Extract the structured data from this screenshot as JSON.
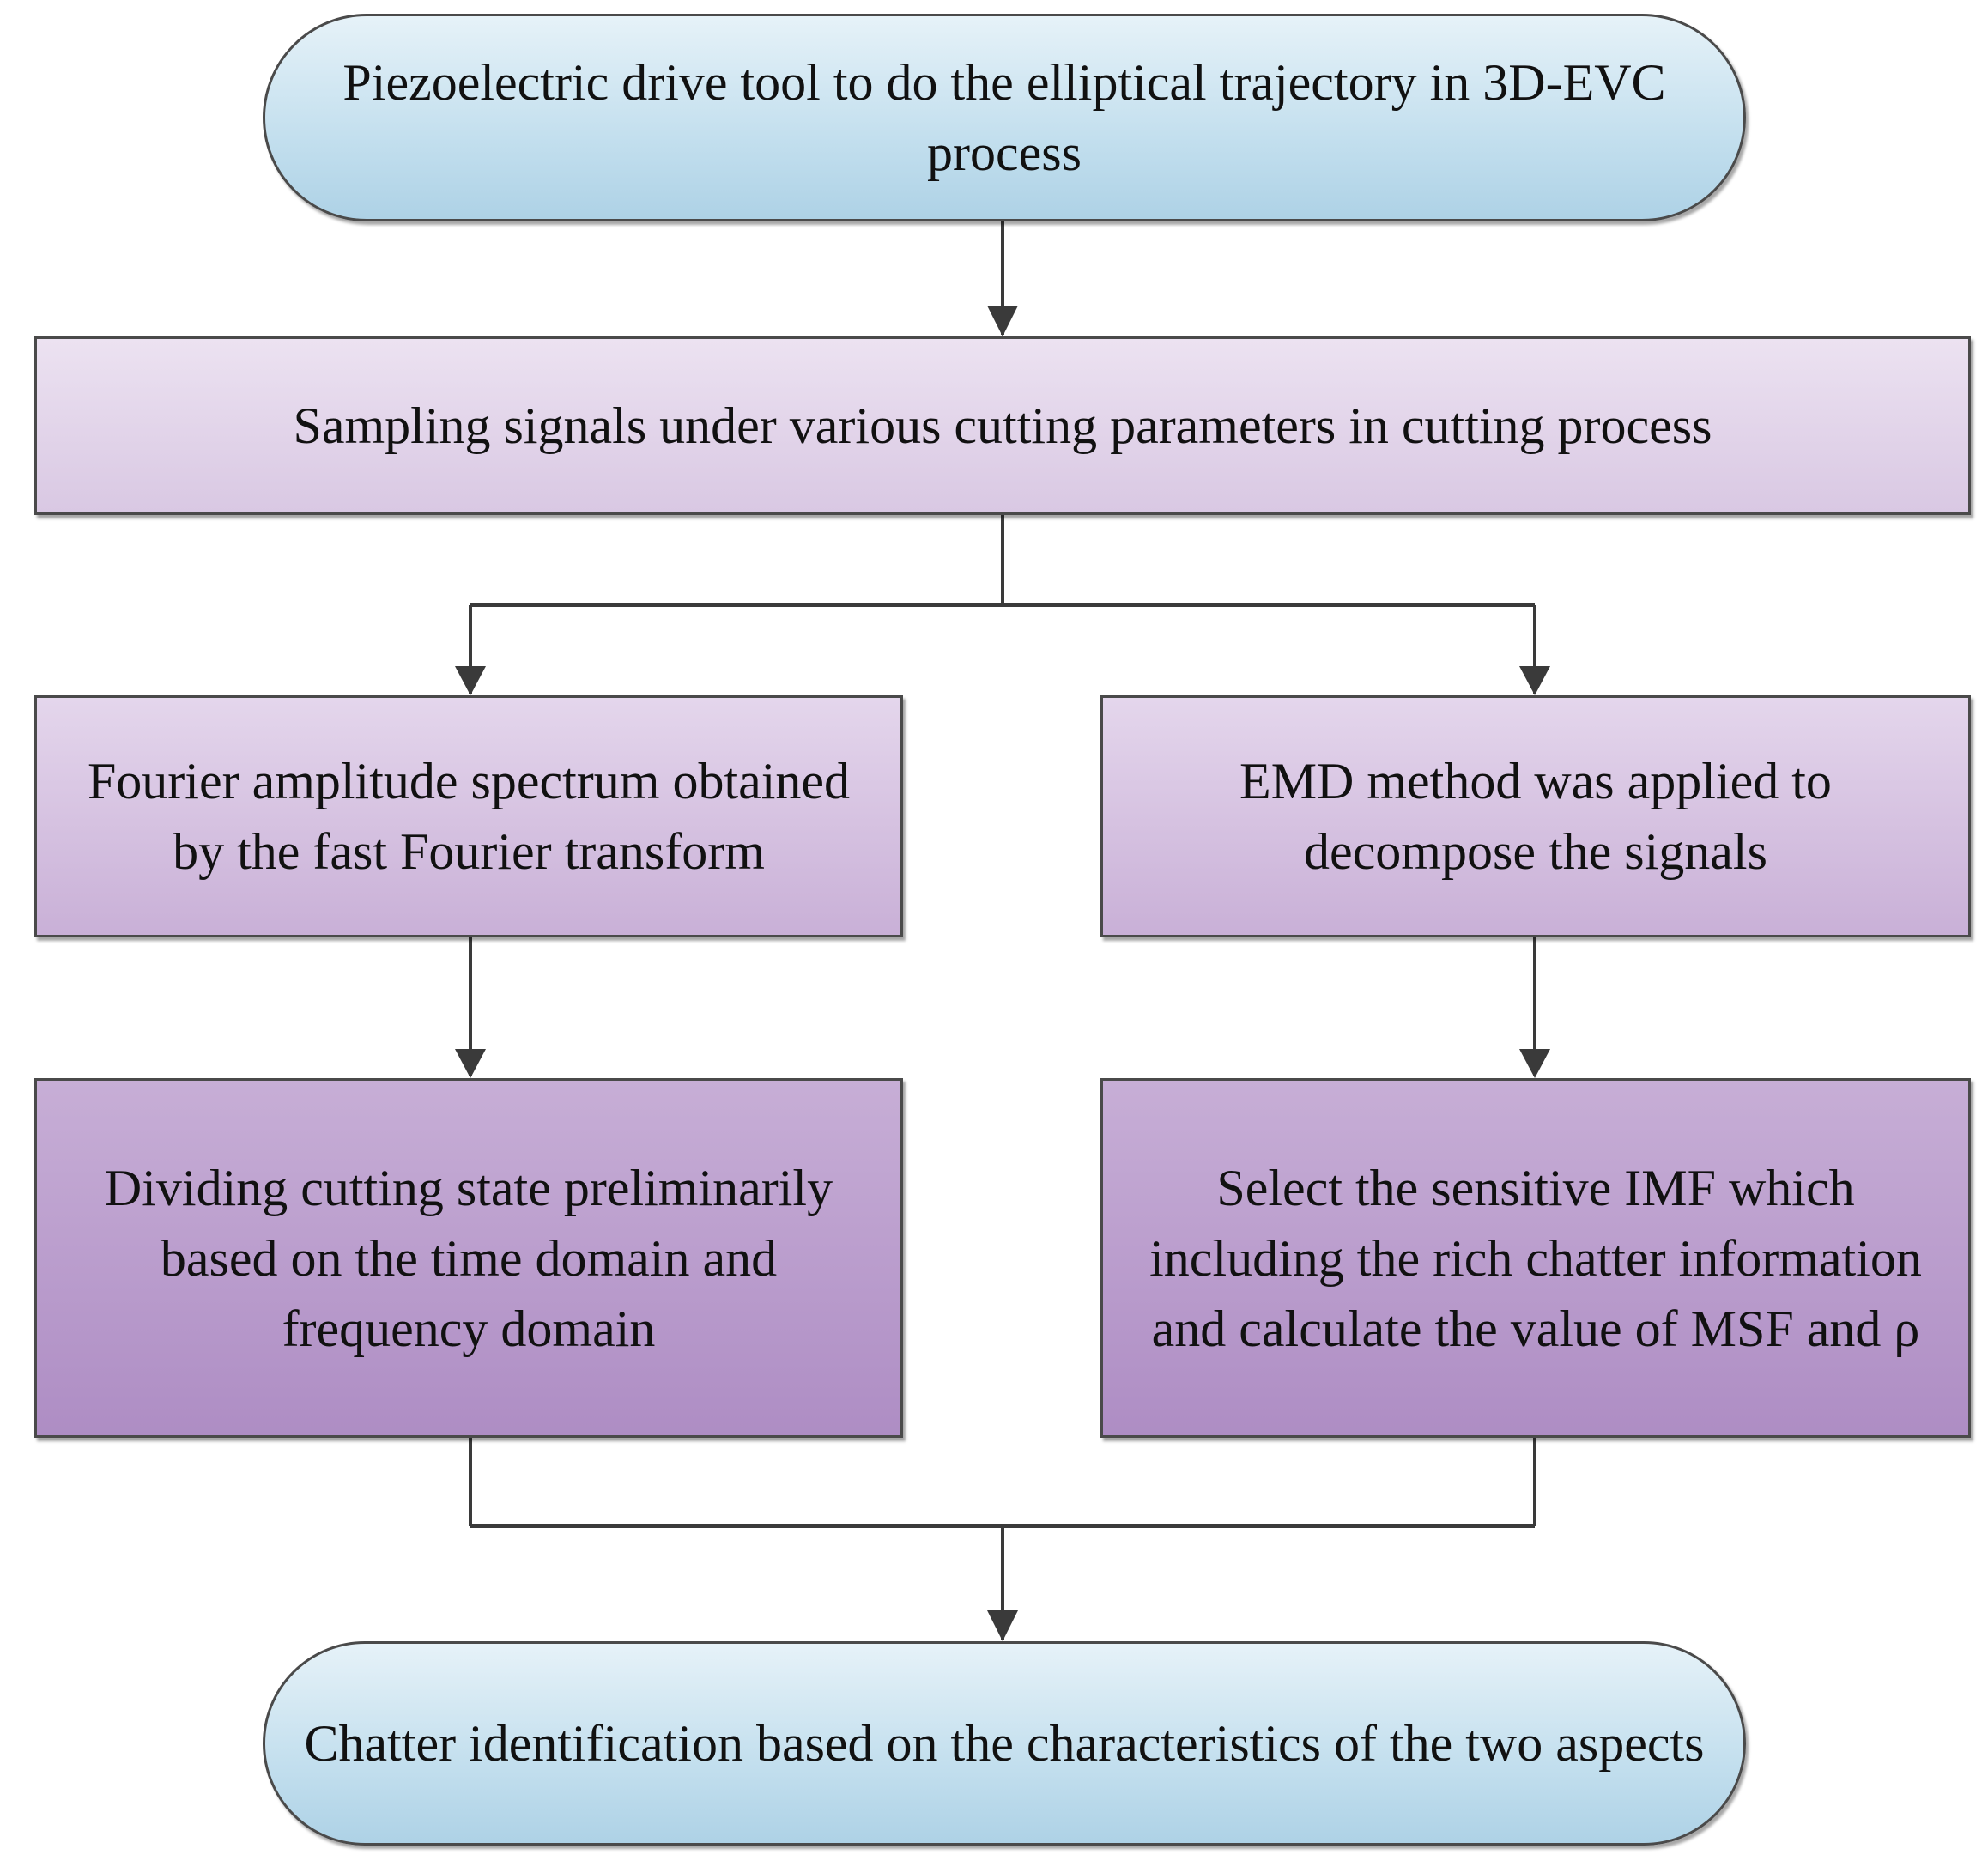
{
  "nodes": {
    "start": "Piezoelectric drive tool to do the elliptical trajectory in 3D-EVC process",
    "sampling": "Sampling signals under various cutting parameters in cutting process",
    "fourier": "Fourier amplitude spectrum obtained by the fast Fourier transform",
    "emd": "EMD method was applied to decompose the signals",
    "dividing": "Dividing cutting state preliminarily based on the time domain and frequency domain",
    "select_imf": "Select the sensitive IMF which including the rich chatter information and calculate the value of MSF and ρ",
    "end": "Chatter identification based on the characteristics of the two aspects"
  },
  "colors": {
    "terminal_fill": "#c3dfee",
    "process_fill": "#d9c8e3",
    "process_dark_fill": "#ae8dc4",
    "border": "#4a4a4a",
    "connector": "#3a3a3a"
  }
}
